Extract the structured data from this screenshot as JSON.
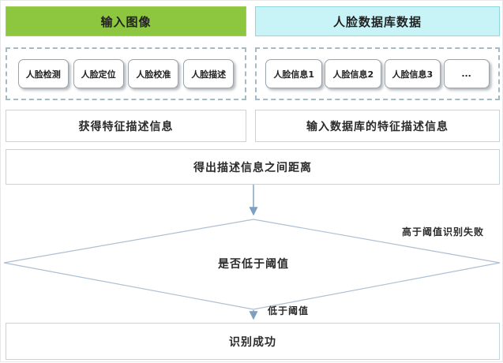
{
  "flow": {
    "left": {
      "header": "输入图像",
      "steps": [
        "人脸检测",
        "人脸定位",
        "人脸校准",
        "人脸描述"
      ],
      "result": "获得特征描述信息"
    },
    "right": {
      "header": "人脸数据库数据",
      "items": [
        "人脸信息1",
        "人脸信息2",
        "人脸信息3",
        "..."
      ],
      "result": "输入数据库的特征描述信息"
    },
    "distance": "得出描述信息之间距离",
    "decision": {
      "question": "是否低于阈值",
      "fail_label": "高于阈值识别失败",
      "pass_label": "低于阈值"
    },
    "success": "识别成功"
  },
  "colors": {
    "header_green": "#8dc63f",
    "header_cyan": "#c9f4f7",
    "connector_blue": "#7da0c0",
    "box_border": "#c2d4de",
    "dashed_border": "#a4bac4"
  }
}
